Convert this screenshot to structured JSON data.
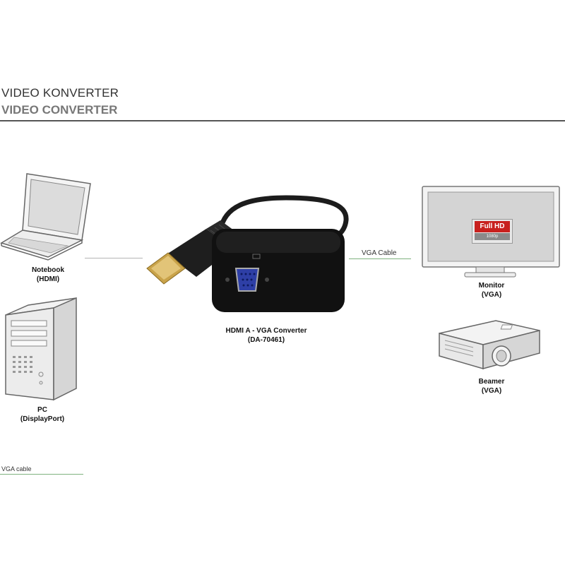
{
  "title": {
    "line1": "VIDEO KONVERTER",
    "line2": "VIDEO CONVERTER"
  },
  "devices": {
    "notebook": {
      "name": "Notebook",
      "port": "(HDMI)"
    },
    "pc": {
      "name": "PC",
      "port": "(DisplayPort)"
    },
    "converter": {
      "name": "HDMI A - VGA Converter",
      "model": "(DA-70461)"
    },
    "monitor": {
      "name": "Monitor",
      "port": "(VGA)",
      "badge": "Full HD",
      "badge_sub": "1080p"
    },
    "beamer": {
      "name": "Beamer",
      "port": "(VGA)"
    }
  },
  "cables": {
    "right": "VGA Cable",
    "legend": "VGA cable"
  },
  "colors": {
    "cable_green": "#7fb27f",
    "badge_red": "#c8201e"
  }
}
